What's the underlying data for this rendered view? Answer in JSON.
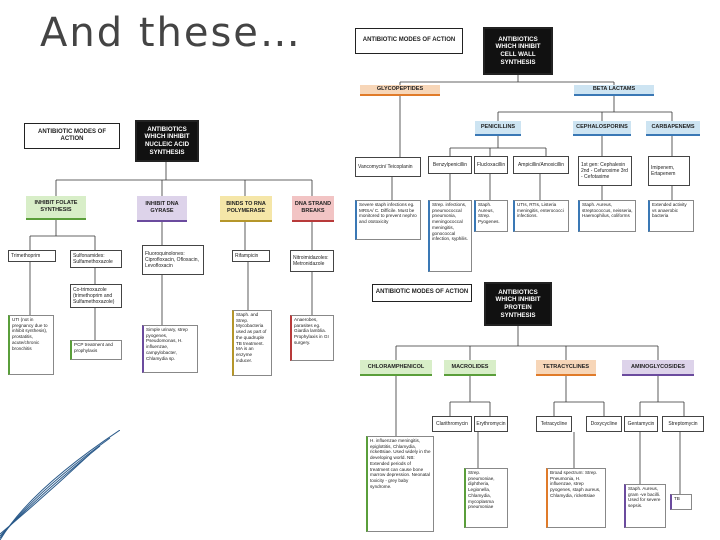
{
  "slide": {
    "title": "And these…"
  },
  "cell_wall": {
    "header_left": "ANTIBIOTIC MODES OF ACTION",
    "header_right": "ANTIBIOTICS WHICH INHIBIT CELL WALL SYNTHESIS",
    "glycopeptides": "GLYCOPEPTIDES",
    "beta_lactams": "BETA LACTAMS",
    "penicillins": "PENICILLINS",
    "cephalosporins": "CEPHALOSPORINS",
    "carbapenems": "CARBAPENEMS",
    "drugs": {
      "vanc": "Vancomycin/ Teicoplanin",
      "benzyl": "Benzylpenicillin",
      "fluclox": "Flucloxacillin",
      "amp": "Ampicillin/Amoxicillin",
      "ceph": "1st gen: Cephalexin 2nd - Cefuroxime 3rd - Cefotaxime",
      "imip": "Imipenem, Ertapenem"
    },
    "notes": {
      "vanc": "Severe staph infections eg. MRSA/ C. Difficile. Must be monitored to prevent nephro and ototoxicity",
      "benzyl": "Strep. infections, pneumococcal pneumonia, meningococcal meningitis, gonococcal infection, syphilis.",
      "fluclox": "Staph. Aureus, Strep. Pyogenes.",
      "amp": "UTIs, RTIs, Listeria meningitis, enterococci infections.",
      "ceph": "Staph. Aureus, streptococcus, neisseria, Haemophilus, coliforms",
      "imip": "Extended activity vs anaerobic bacteria"
    }
  },
  "nucleic": {
    "header_left": "ANTIBIOTIC MODES OF ACTION",
    "header_right": "ANTIBIOTICS WHICH INHIBIT NUCLEIC ACID SYNTHESIS",
    "folate": "INHIBIT FOLATE SYNTHESIS",
    "gyrase": "INHIBIT DNA GYRASE",
    "rna_pol": "BINDS TO RNA POLYMERASE",
    "dna_breaks": "DNA STRAND BREAKS",
    "drugs": {
      "trimeth": "Trimethoprim",
      "sulfon": "Sulfonamides: Sulfamethoxazole",
      "cotrim": "Co-trimoxazole (trimethoprim and Sulfamethoxazole)",
      "fluoro": "Fluoroquinolones: Ciprofloxacin, Ofloxacin, Levofloxacin",
      "rif": "Rifampicin",
      "nitro": "Nitroimidazoles: Metronidazole"
    },
    "notes": {
      "trimeth": "UTI (not in pregnancy due to inhibit synthesis), prostatitis, acute/chronic bronchitis",
      "cotrim": "PCP treatment and prophylaxis",
      "fluoro": "Simple urinary, strep pyogenes, Pseudomonas, H. influenzae, campylobacter, Chlamydia sp.",
      "rif": "Staph. and Strep. Mycobacteria used as part of the quadruple TB treatment. MA is an enzyme inducer.",
      "nitro": "Anaerobes, parasites eg. Giardia lamblia. Prophylaxis in GI surgery."
    }
  },
  "protein": {
    "header_left": "ANTIBIOTIC MODES OF ACTION",
    "header_right": "ANTIBIOTICS WHICH INHIBIT PROTEIN SYNTHESIS",
    "chloram": "CHLORAMPHENICOL",
    "macrolides": "MACROLIDES",
    "tetracyclines": "TETRACYCLINES",
    "aminoglycosides": "AMINOGLYCOSIDES",
    "drugs": {
      "clarith": "Clarithromycin",
      "erythro": "Erythromycin",
      "tetra": "Tetracycline",
      "doxy": "Doxycycline",
      "genta": "Gentamycin",
      "strepto": "Streptomycin"
    },
    "notes": {
      "chloram": "H. influenzae meningitis, epiglottitis, Chlamydia, rickettsiae. Used widely in the developing world. NB: Extended periods of treatment can cause bone marrow depression. Neonatal toxicity - grey baby syndrome.",
      "macro": "Strep. pneumoniae, diphtheria, Legionella, Chlamydia, mycoplasma pneumoniae",
      "tetra": "Broad spectrum: Strep. Pneumonia, H. influenzae, strep pyogenes, staph aureus, Chlamydia, rickettsiae",
      "amino": "Staph. Aureus, gram -ve bacilli. Used for severe sepsis.",
      "tb": "TB"
    }
  },
  "colors": {
    "orange": "#e07b2a",
    "blue": "#3a78b5",
    "green": "#5a9e3a",
    "purple": "#6b4b9e",
    "yellow": "#b5962a",
    "red": "#b83a3a"
  }
}
